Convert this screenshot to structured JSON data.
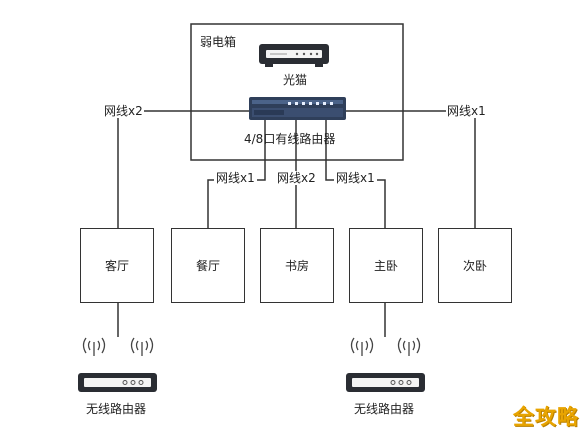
{
  "cabinet": {
    "title": "弱电箱"
  },
  "modem": {
    "label": "光猫"
  },
  "router": {
    "label": "4/8口有线路由器"
  },
  "cables": {
    "left": "网线x2",
    "right": "网线x1",
    "dining": "网线x1",
    "study": "网线x2",
    "master": "网线x1"
  },
  "rooms": {
    "living": "客厅",
    "dining": "餐厅",
    "study": "书房",
    "master": "主卧",
    "second": "次卧"
  },
  "wireless": {
    "left": "无线路由器",
    "right": "无线路由器"
  },
  "watermark": "全攻略",
  "colors": {
    "line": "#333333",
    "router_body": "#2f3f5a",
    "device_body": "#2a2d33",
    "watermark": "#e8a400"
  }
}
